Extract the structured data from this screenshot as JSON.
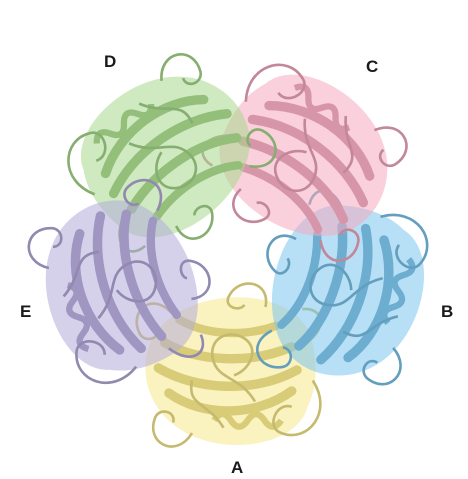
{
  "labels": {
    "a": "A",
    "b": "B",
    "c": "C",
    "d": "D",
    "e": "E"
  },
  "colors": {
    "subunit_a": "#f6e88a",
    "subunit_b": "#7cc5ec",
    "subunit_c": "#f4a9c0",
    "subunit_d": "#a8d98c",
    "subunit_e": "#b5abdb",
    "label_text": "#1a1a1a",
    "background": "#ffffff"
  },
  "subunits": [
    {
      "id": "a",
      "color_key": "subunit_a",
      "angle_deg": 90
    },
    {
      "id": "b",
      "color_key": "subunit_b",
      "angle_deg": 18
    },
    {
      "id": "c",
      "color_key": "subunit_c",
      "angle_deg": -54
    },
    {
      "id": "d",
      "color_key": "subunit_d",
      "angle_deg": -126
    },
    {
      "id": "e",
      "color_key": "subunit_e",
      "angle_deg": 162
    }
  ]
}
